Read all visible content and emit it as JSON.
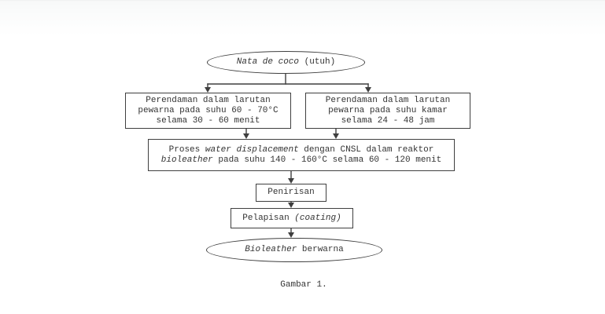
{
  "colors": {
    "ink": "#333333",
    "line": "#3f3f3f",
    "background": "#ffffff"
  },
  "figure": {
    "caption": "Gambar 1."
  },
  "flowchart": {
    "nodes": {
      "start": {
        "lines": [
          [
            {
              "t": "Nata de coco",
              "i": true
            },
            {
              "t": " (utuh)",
              "i": false
            }
          ]
        ]
      },
      "soak_heated": {
        "lines": [
          [
            {
              "t": "Perendaman dalam larutan",
              "i": false
            }
          ],
          [
            {
              "t": "pewarna pada suhu 60 - 70°C",
              "i": false
            }
          ],
          [
            {
              "t": "selama 30 - 60 menit",
              "i": false
            }
          ]
        ]
      },
      "soak_room": {
        "lines": [
          [
            {
              "t": "Perendaman dalam larutan",
              "i": false
            }
          ],
          [
            {
              "t": "pewarna pada suhu kamar",
              "i": false
            }
          ],
          [
            {
              "t": "selama 24 - 48 jam",
              "i": false
            }
          ]
        ]
      },
      "water_displacement": {
        "lines": [
          [
            {
              "t": "Proses ",
              "i": false
            },
            {
              "t": "water displacement",
              "i": true
            },
            {
              "t": " dengan CNSL dalam reaktor",
              "i": false
            }
          ],
          [
            {
              "t": "bioleather",
              "i": true
            },
            {
              "t": " pada suhu 140 - 160°C selama 60 - 120 menit",
              "i": false
            }
          ]
        ]
      },
      "draining": {
        "lines": [
          [
            {
              "t": "Penirisan",
              "i": false
            }
          ]
        ]
      },
      "coating": {
        "lines": [
          [
            {
              "t": "Pelapisan ",
              "i": false
            },
            {
              "t": "(coating)",
              "i": true
            }
          ]
        ]
      },
      "end": {
        "lines": [
          [
            {
              "t": "Bioleather",
              "i": true
            },
            {
              "t": " berwarna",
              "i": false
            }
          ]
        ]
      }
    },
    "edges": [
      [
        "start",
        "soak_heated"
      ],
      [
        "start",
        "soak_room"
      ],
      [
        "soak_heated",
        "water_displacement"
      ],
      [
        "soak_room",
        "water_displacement"
      ],
      [
        "water_displacement",
        "draining"
      ],
      [
        "draining",
        "coating"
      ],
      [
        "coating",
        "end"
      ]
    ]
  }
}
